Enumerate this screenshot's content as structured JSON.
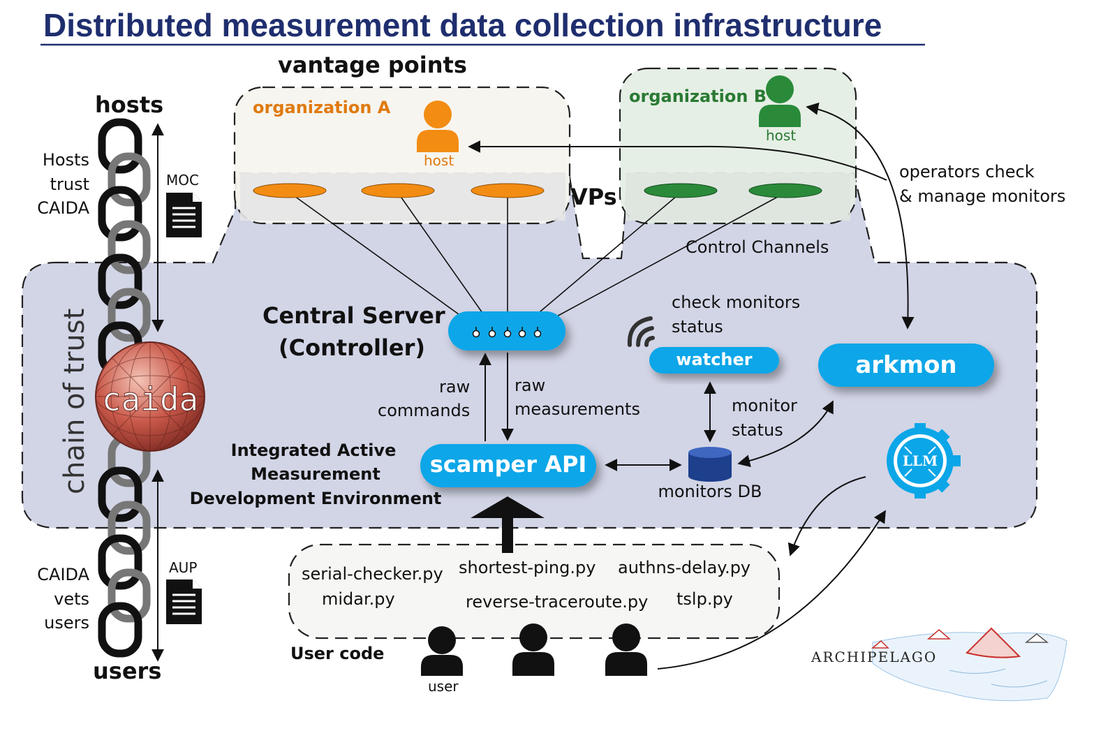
{
  "title": "Distributed measurement data collection infrastructure",
  "vantage_points": {
    "label": "vantage points",
    "vps_label": "VPs",
    "org_a": {
      "name": "organization A",
      "host_label": "host",
      "color": "#f28c13"
    },
    "org_b": {
      "name": "organization B",
      "host_label": "host",
      "color": "#2a8a3a"
    }
  },
  "chain": {
    "hosts_label": "hosts",
    "users_label": "users",
    "chain_of_trust": "chain of trust",
    "hosts_trust": [
      "Hosts",
      "trust",
      "CAIDA"
    ],
    "caida_vets": [
      "CAIDA",
      "vets",
      "users"
    ],
    "moc_label": "MOC",
    "aup_label": "AUP",
    "caida_logo": "caida"
  },
  "central": {
    "title_line1": "Central Server",
    "title_line2": "(Controller)",
    "control_channels": "Control Channels",
    "raw_commands": [
      "raw",
      "commands"
    ],
    "raw_measurements": [
      "raw",
      "measurements"
    ],
    "iamde": [
      "Integrated Active",
      "Measurement",
      "Development Environment"
    ]
  },
  "services": {
    "scamper": "scamper API",
    "watcher": "watcher",
    "arkmon": "arkmon",
    "check_status": [
      "check monitors",
      "status"
    ],
    "monitor_status": [
      "monitor",
      "status"
    ],
    "monitors_db": "monitors DB",
    "llm": "LLM",
    "operators": [
      "operators check",
      "& manage monitors"
    ]
  },
  "user_code": {
    "label": "User code",
    "user_label": "user",
    "scripts": {
      "serial_checker": "serial-checker.py",
      "shortest_ping": "shortest-ping.py",
      "authns_delay": "authns-delay.py",
      "midar": "midar.py",
      "reverse_traceroute": "reverse-traceroute.py",
      "tslp": "tslp.py"
    }
  },
  "archipelago": "ARCHIPELAGO",
  "colors": {
    "title": "#1f2e6e",
    "pill_blue": "#0aa6e8",
    "panel": "#d2d5e6",
    "vp_panel_a": "#f6f4ee",
    "vp_panel_b": "#e3eee3",
    "db": "#1d3f8c"
  }
}
